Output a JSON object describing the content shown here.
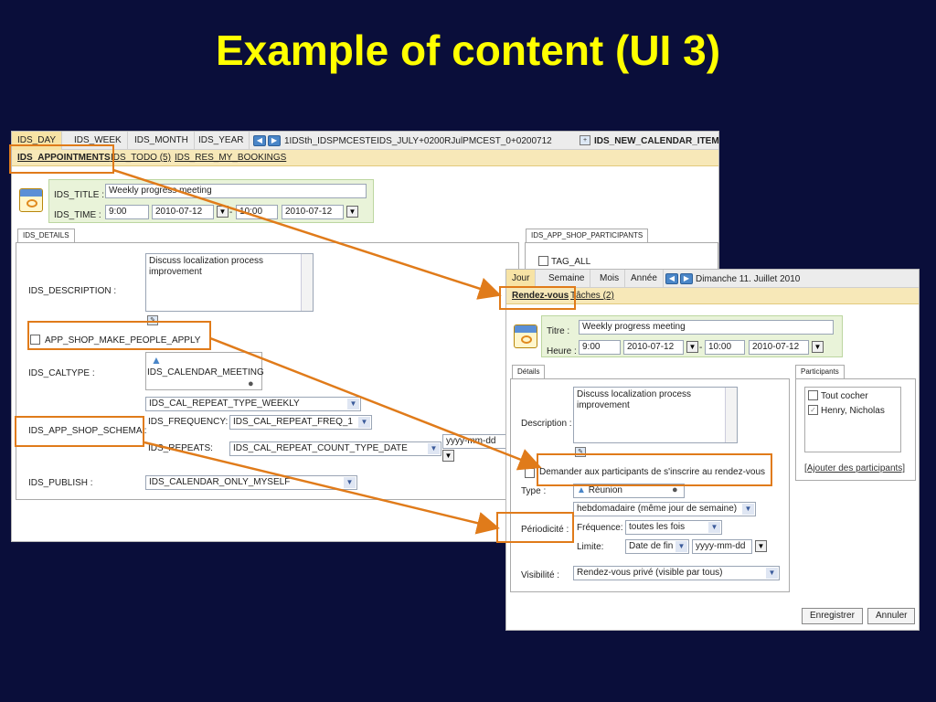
{
  "slide": {
    "title": "Example of content (UI 3)"
  },
  "en": {
    "tabs": [
      "IDS_DAY",
      "IDS_WEEK",
      "IDS_MONTH",
      "IDS_YEAR"
    ],
    "date_header": "1IDSth_IDSPMCESTEIDS_JULY+0200RJulPMCEST_0+0200712",
    "new_item": "IDS_NEW_CALENDAR_ITEM",
    "subtabs": [
      "IDS_APPOINTMENTS",
      "IDS_TODO (5)",
      "IDS_RES_MY_BOOKINGS"
    ],
    "title_label": "IDS_TITLE :",
    "title_value": "Weekly progress meeting",
    "time_label": "IDS_TIME :",
    "time_start": "9:00",
    "date_start": "2010-07-12",
    "time_sep": "-",
    "time_end": "10:00",
    "date_end": "2010-07-12",
    "details_tab": "IDS_DETAILS",
    "participants_tab": "IDS_APP_SHOP_PARTICIPANTS",
    "tag_all": "TAG_ALL",
    "desc_label": "IDS_DESCRIPTION :",
    "desc_value": "Discuss localization process improvement",
    "make_apply": "APP_SHOP_MAKE_PEOPLE_APPLY",
    "caltype_label": "IDS_CALTYPE :",
    "caltype_value": "IDS_CALENDAR_MEETING",
    "repeat_type": "IDS_CAL_REPEAT_TYPE_WEEKLY",
    "schema_label": "IDS_APP_SHOP_SCHEMA :",
    "freq_label": "IDS_FREQUENCY:",
    "freq_value": "IDS_CAL_REPEAT_FREQ_1",
    "repeats_label": "IDS_REPEATS:",
    "repeats_value": "IDS_CAL_REPEAT_COUNT_TYPE_DATE",
    "repeats_date": "yyyy-mm-dd",
    "publish_label": "IDS_PUBLISH :",
    "publish_value": "IDS_CALENDAR_ONLY_MYSELF"
  },
  "fr": {
    "tabs": [
      "Jour",
      "Semaine",
      "Mois",
      "Année"
    ],
    "date_header": "Dimanche 11. Juillet 2010",
    "subtabs": [
      "Rendez-vous",
      "Tâches (2)"
    ],
    "title_label": "Titre :",
    "title_value": "Weekly progress meeting",
    "time_label": "Heure :",
    "time_start": "9:00",
    "date_start": "2010-07-12",
    "time_sep": "-",
    "time_end": "10:00",
    "date_end": "2010-07-12",
    "details_tab": "Détails",
    "participants_tab": "Participants",
    "check_all": "Tout cocher",
    "participant": "Henry, Nicholas",
    "add_participants": "[Ajouter des participants]",
    "desc_label": "Description :",
    "desc_value": "Discuss localization process improvement",
    "make_apply": "Demander aux participants de s'inscrire au rendez-vous",
    "type_label": "Type :",
    "type_value": "Réunion",
    "repeat_type": "hebdomadaire (même jour de semaine)",
    "periodicity_label": "Périodicité :",
    "freq_label": "Fréquence:",
    "freq_value": "toutes les fois",
    "limit_label": "Limite:",
    "limit_value": "Date de fin",
    "limit_date": "yyyy-mm-dd",
    "visibility_label": "Visibilité :",
    "visibility_value": "Rendez-vous privé (visible par tous)",
    "save_button": "Enregistrer",
    "cancel_button": "Annuler"
  },
  "colors": {
    "background": "#0a0e3a",
    "title": "#ffff00",
    "highlight": "#e07b1a",
    "tab_active": "#f7e3a5",
    "subbar": "#f7e8b8"
  }
}
